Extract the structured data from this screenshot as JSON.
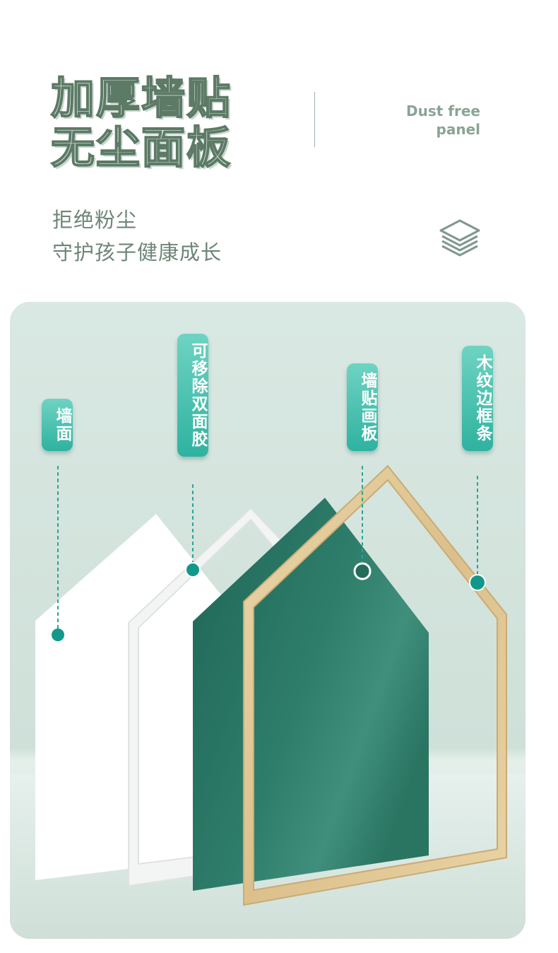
{
  "header": {
    "title_line1": "加厚墙贴",
    "title_line2": "无尘面板",
    "english_line1": "Dust free",
    "english_line2": "panel",
    "subtitle_line1": "拒绝粉尘",
    "subtitle_line2": "守护孩子健康成长",
    "icon": "layers-icon"
  },
  "labels": {
    "wall": "墙面",
    "adhesive": "可移除双面胶",
    "board": "墙贴画板",
    "frame": "木纹边框条"
  },
  "colors": {
    "title_stroke": "#5c7a66",
    "accent_teal": "#2fb2a0",
    "board_green": "#236b5b",
    "wood_frame": "#e3cc9c"
  }
}
